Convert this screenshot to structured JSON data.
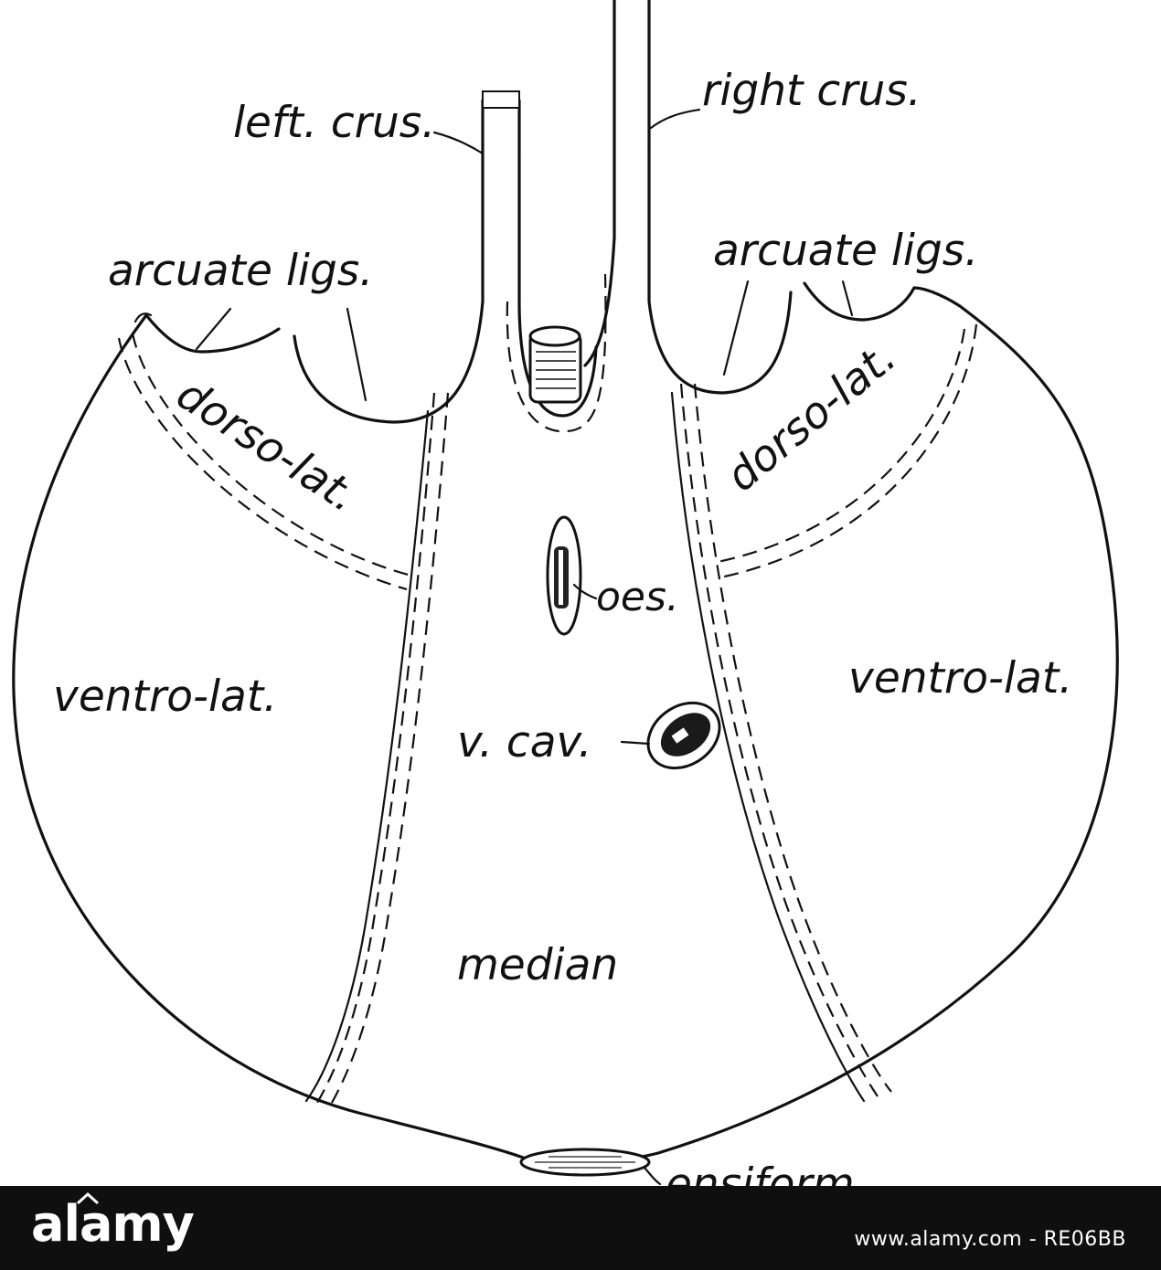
{
  "diagram": {
    "labels": {
      "left_crus": "left. crus.",
      "right_crus": "right crus.",
      "arcuate_left": "arcuate ligs.",
      "arcuate_right": "arcuate ligs.",
      "dorso_lat_left": "dorso-lat.",
      "dorso_lat_right": "dorso-lat.",
      "oes": "oes.",
      "ventro_lat_left": "ventro-lat.",
      "ventro_lat_right": "ventro-lat.",
      "v_cav": "v. cav.",
      "median": "median",
      "ensiform": "ensiform"
    }
  },
  "footer": {
    "brand": "alamy",
    "stock_id": "www.alamy.com - RE06BB"
  },
  "colors": {
    "ink": "#111111",
    "footer_bg": "#0f0f10",
    "footer_text": "#ffffff"
  },
  "icons": [
    "alamy-roof-icon"
  ]
}
